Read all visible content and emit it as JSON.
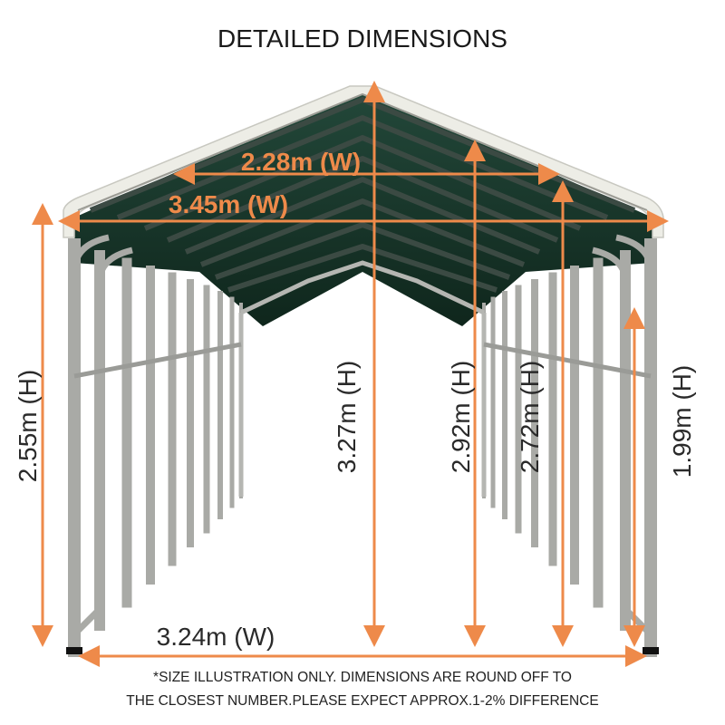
{
  "title": "DETAILED DIMENSIONS",
  "colors": {
    "dimension": "#EE8A4A",
    "frame": "#A9AAA6",
    "frame_dark": "#8E8F8B",
    "roof_top": "#EDEDE6",
    "roof_under": "#1B3A2C",
    "text": "#222222"
  },
  "dimensions": {
    "inner_width_top": "2.28m (W)",
    "eave_width": "3.45m (W)",
    "base_width": "3.24m (W)",
    "left_height": "2.55m (H)",
    "peak_height": "3.27m (H)",
    "height_2": "2.92m (H)",
    "height_3": "2.72m (H)",
    "side_height": "1.99m (H)"
  },
  "note": {
    "line1": "*SIZE ILLUSTRATION ONLY. DIMENSIONS ARE ROUND OFF TO",
    "line2": "THE CLOSEST NUMBER.PLEASE EXPECT APPROX.1-2% DIFFERENCE"
  }
}
